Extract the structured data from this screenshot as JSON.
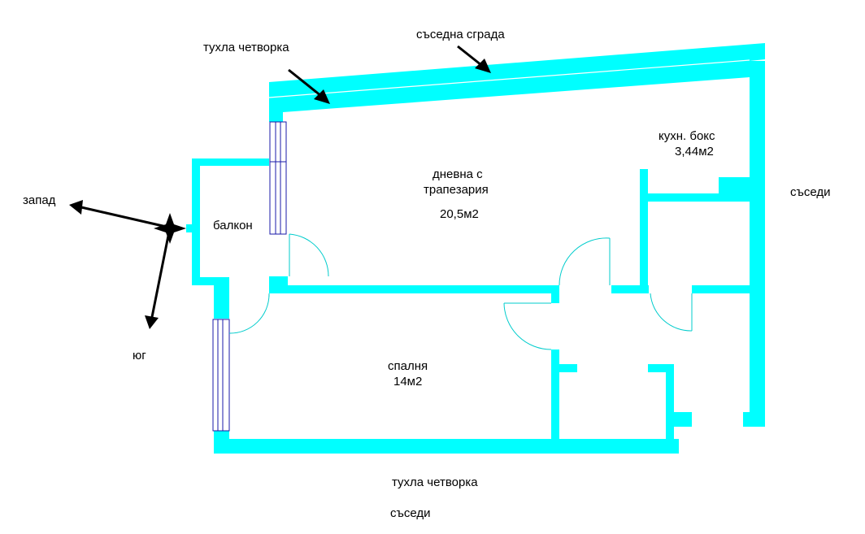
{
  "labels": {
    "neighbor_building": "съседна сграда",
    "brick_top": "тухла четворка",
    "kitchen_line1": "кухн. бокс",
    "kitchen_line2": "3,44м2",
    "living_line1": "дневна с",
    "living_line2": "трапезария",
    "living_line3": "20,5м2",
    "neighbors_right": "съседи",
    "west": "запад",
    "balcony": "балкон",
    "south": "юг",
    "bedroom_line1": "спалня",
    "bedroom_line2": "14м2",
    "brick_bottom": "тухла четворка",
    "neighbors_bottom": "съседи"
  },
  "colors": {
    "wall": "#00ffff",
    "door_swing": "#00cccc",
    "window": "#1a1aa8",
    "annotation": "#000000"
  },
  "icons": [
    "compass-star-icon",
    "arrow-icon"
  ]
}
